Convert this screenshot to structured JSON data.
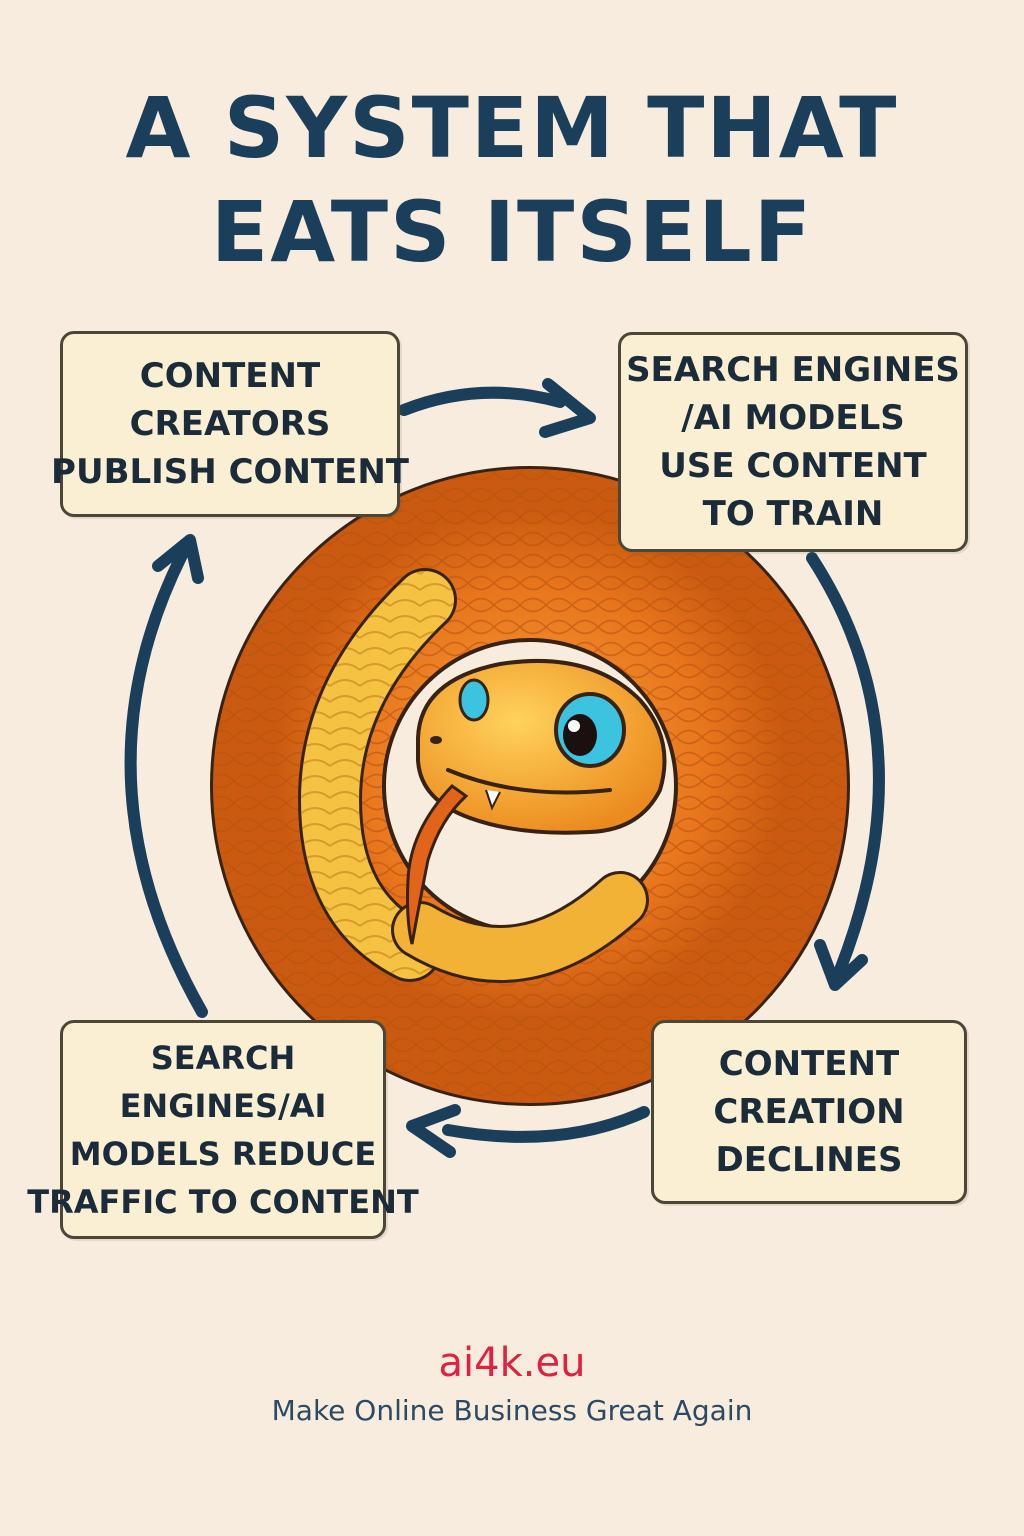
{
  "title": {
    "line1": "A SYSTEM THAT",
    "line2": "EATS ITSELF"
  },
  "cycle": [
    {
      "id": "publish",
      "lines": [
        "CONTENT",
        "CREATORS",
        "PUBLISH CONTENT"
      ]
    },
    {
      "id": "train",
      "lines": [
        "SEARCH ENGINES",
        "/AI MODELS",
        "USE CONTENT",
        "TO TRAIN"
      ]
    },
    {
      "id": "decline",
      "lines": [
        "CONTENT",
        "CREATION",
        "DECLINES"
      ]
    },
    {
      "id": "reduce",
      "lines": [
        "SEARCH",
        "ENGINES/AI",
        "MODELS REDUCE",
        "TRAFFIC TO CONTENT"
      ]
    }
  ],
  "center_image": {
    "icon": "ouroboros-snake-icon"
  },
  "footer": {
    "brand": "ai4k.eu",
    "tagline": "Make Online Business Great Again"
  },
  "colors": {
    "background": "#f8ecdf",
    "title": "#1b3f5b",
    "arrows": "#1b3f5b",
    "box_fill": "#fbefd3",
    "brand": "#e0213f",
    "snake_orange": "#e8751c",
    "snake_belly": "#f5c242",
    "snake_eye": "#3cc3e0"
  }
}
